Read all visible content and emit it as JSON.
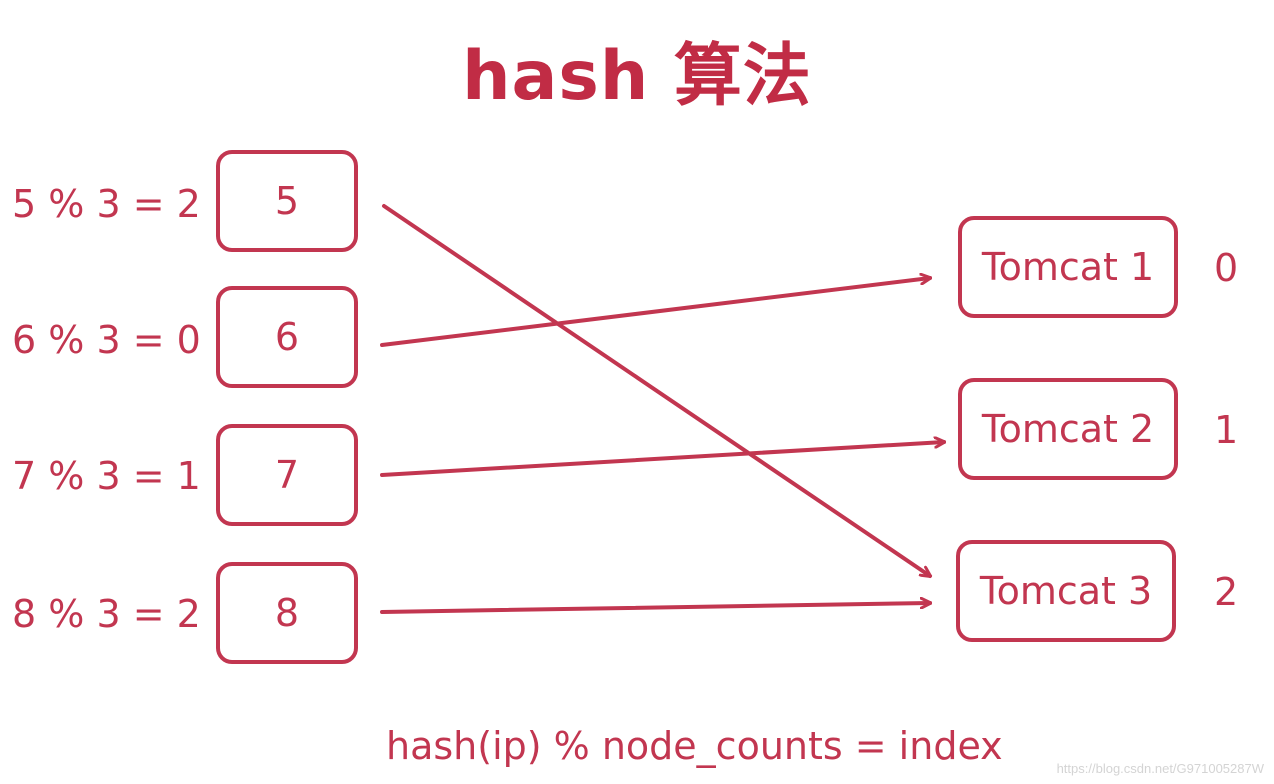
{
  "title": "hash 算法",
  "inputs": [
    {
      "expression": "5 % 3 = 2",
      "value": "5"
    },
    {
      "expression": "6 % 3 = 0",
      "value": "6"
    },
    {
      "expression": "7 % 3 = 1",
      "value": "7"
    },
    {
      "expression": "8 % 3 = 2",
      "value": "8"
    }
  ],
  "servers": [
    {
      "name": "Tomcat 1",
      "index": "0"
    },
    {
      "name": "Tomcat 2",
      "index": "1"
    },
    {
      "name": "Tomcat 3",
      "index": "2"
    }
  ],
  "mappings": [
    {
      "from": "5",
      "to": "Tomcat 3"
    },
    {
      "from": "6",
      "to": "Tomcat 1"
    },
    {
      "from": "7",
      "to": "Tomcat 2"
    },
    {
      "from": "8",
      "to": "Tomcat 3"
    }
  ],
  "formula": "hash(ip) % node_counts = index",
  "watermark": "https://blog.csdn.net/G971005287W",
  "colors": {
    "accent": "#c23650"
  }
}
